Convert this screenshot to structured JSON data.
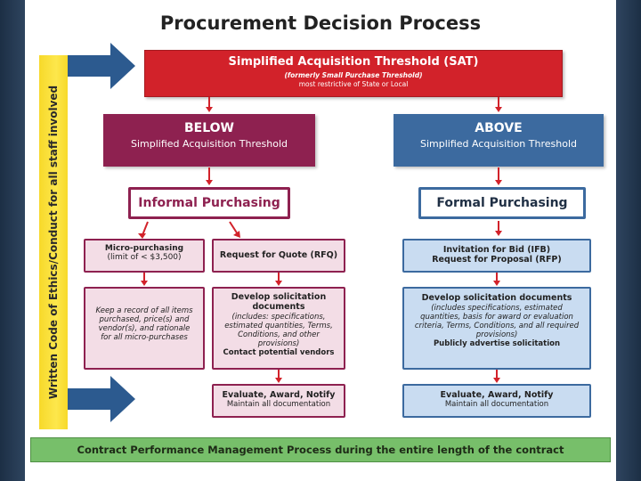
{
  "title": "Procurement Decision Process",
  "side_label": "Written Code of Ethics/Conduct for all staff involved",
  "sat": {
    "title": "Simplified Acquisition Threshold (SAT)",
    "subtitle": "(formerly Small Purchase Threshold)",
    "note": "most restrictive of State or Local"
  },
  "below": {
    "heading": "BELOW",
    "sub": "Simplified Acquisition Threshold"
  },
  "above": {
    "heading": "ABOVE",
    "sub": "Simplified Acquisition Threshold"
  },
  "informal": "Informal Purchasing",
  "formal": "Formal Purchasing",
  "micro": {
    "title": "Micro-purchasing",
    "limit": "(limit of < $3,500)"
  },
  "micro_record": "Keep a record of all items purchased, price(s) and vendor(s), and rationale for all micro-purchases",
  "rfq": "Request for Quote (RFQ)",
  "rfq_develop": {
    "title": "Develop solicitation documents",
    "detail": "(includes: specifications, estimated quantities, Terms, Conditions, and other provisions)",
    "contact": "Contact potential vendors"
  },
  "rfq_evaluate": {
    "title": "Evaluate, Award, Notify",
    "sub": "Maintain all documentation"
  },
  "ifb": {
    "line1": "Invitation for Bid (IFB)",
    "line2": "Request for Proposal (RFP)"
  },
  "formal_develop": {
    "title": "Develop solicitation documents",
    "detail": "(includes specifications, estimated quantities, basis for award or evaluation criteria, Terms, Conditions, and all required provisions)",
    "advertise": "Publicly advertise solicitation"
  },
  "formal_evaluate": {
    "title": "Evaluate, Award, Notify",
    "sub": "Maintain all documentation"
  },
  "performance": "Contract Performance Management Process during the entire length of the contract",
  "colors": {
    "sat": "#d2222a",
    "below": "#8e2150",
    "above": "#3c6a9f",
    "informal_box": "#f3dde6",
    "formal_box": "#c9dcf1",
    "performance": "#77bf6a",
    "side_bar": "#fde74c",
    "flow_arrow": "#2c5a8f"
  }
}
